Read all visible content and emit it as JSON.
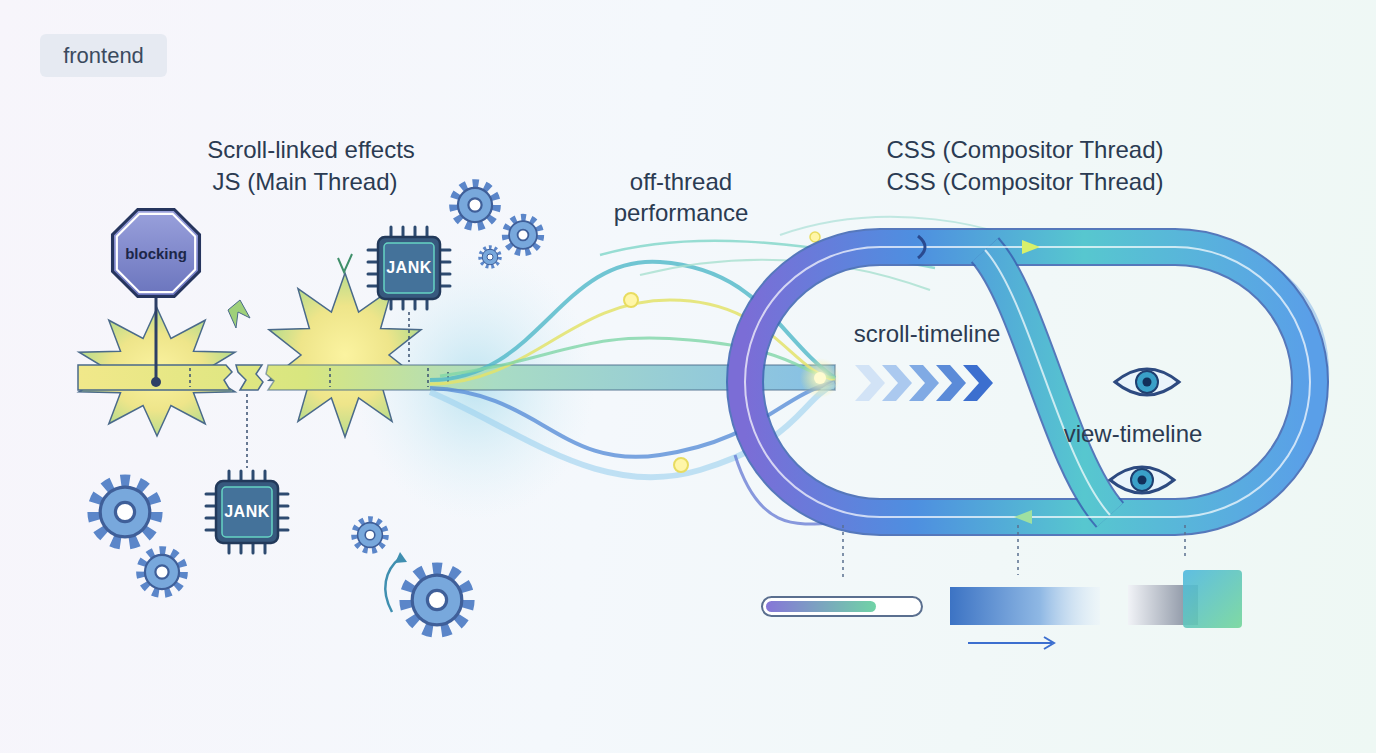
{
  "diagram": {
    "nodes": [
      {
        "text": [
          "frontend"
        ]
      },
      {
        "text": [
          "blocking"
        ]
      },
      {
        "text": [
          "JANK"
        ]
      },
      {
        "text": [
          "JANK"
        ]
      }
    ],
    "labels": [
      "Scroll-linked effects",
      "JS (Main Thread)",
      "off-thread performance",
      "CSS (Compositor Thread)",
      "CSS (Compositor Thread)",
      "scroll-timeline",
      "view-timeline"
    ]
  }
}
